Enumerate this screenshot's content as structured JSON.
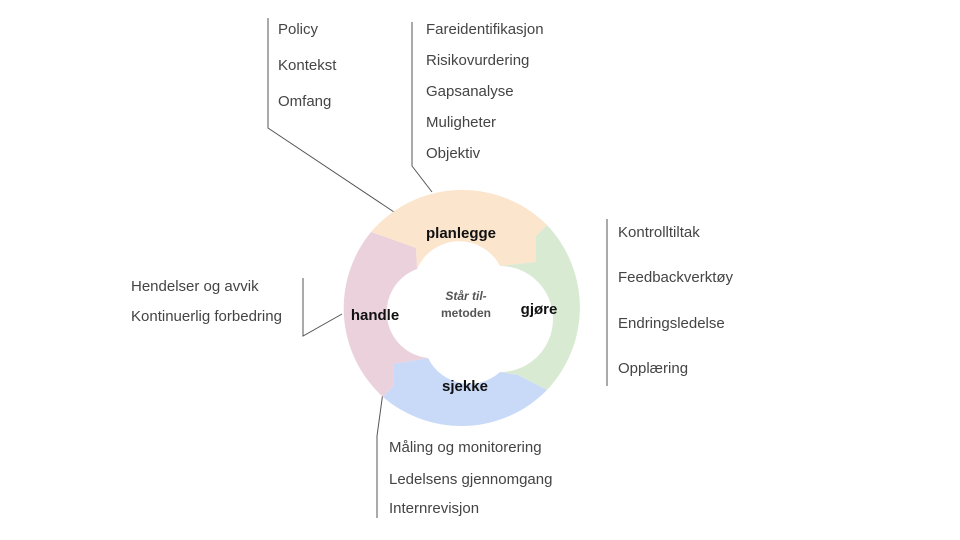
{
  "center": {
    "line1": "Står til-",
    "line2": "metoden"
  },
  "phases": {
    "plan": {
      "title": "planlegge",
      "color": "#fce5cd"
    },
    "do": {
      "title": "gjøre",
      "color": "#d9ead3"
    },
    "check": {
      "title": "sjekke",
      "color": "#c9daf8"
    },
    "act": {
      "title": "handle",
      "color": "#ead1dc"
    }
  },
  "lists": {
    "plan_left": [
      "Policy",
      "Kontekst",
      "Omfang"
    ],
    "plan_right": [
      "Fareidentifikasjon",
      "Risikovurdering",
      "Gapsanalyse",
      "Muligheter",
      "Objektiv"
    ],
    "do": [
      "Kontrolltiltak",
      "Feedbackverktøy",
      "Endringsledelse",
      "Opplæring"
    ],
    "check": [
      "Måling og monitorering",
      "Ledelsens gjennomgang",
      "Internrevisjon"
    ],
    "act": [
      "Hendelser og avvik",
      "Kontinuerlig forbedring"
    ]
  },
  "colors": {
    "line": "#555555",
    "text": "#444444"
  }
}
